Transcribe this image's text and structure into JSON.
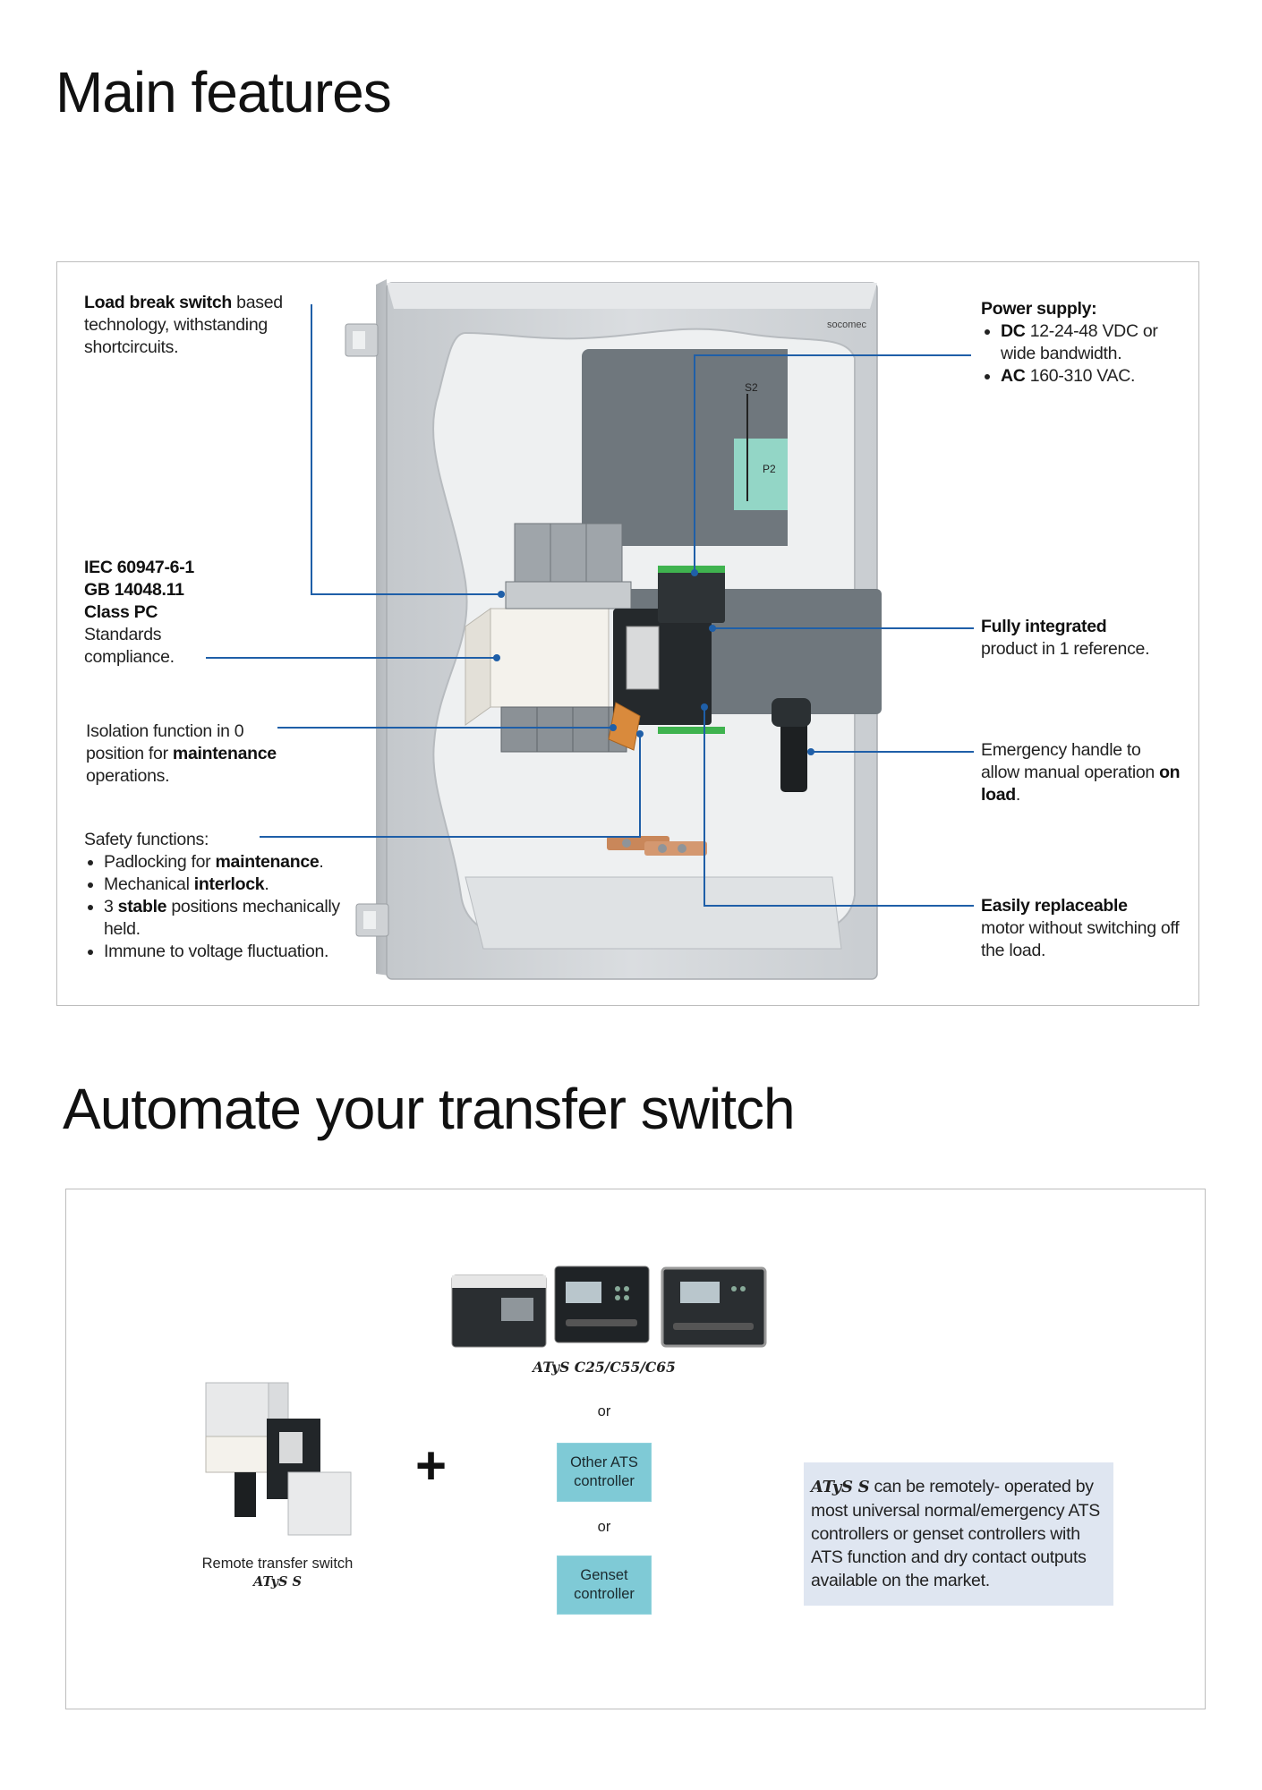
{
  "headings": {
    "main_features": "Main features",
    "automate": "Automate your transfer switch"
  },
  "callouts": {
    "load_break": {
      "bold": "Load break switch",
      "rest": " based technology, withstanding shortcircuits."
    },
    "standards": {
      "line1": "IEC 60947-6-1",
      "line2": "GB 14048.11",
      "line3": "Class PC",
      "line4": "Standards",
      "line5": "compliance."
    },
    "isolation": {
      "pre": "Isolation function in 0 position for ",
      "bold": "maintenance",
      "post": " operations."
    },
    "safety": {
      "title": "Safety functions:",
      "item1_pre": "Padlocking for ",
      "item1_bold": "maintenance",
      "item1_post": ".",
      "item2_pre": "Mechanical ",
      "item2_bold": "interlock",
      "item2_post": ".",
      "item3_pre": "3 ",
      "item3_bold": "stable",
      "item3_post": " positions mechanically held.",
      "item4": "Immune to voltage fluctuation."
    },
    "power": {
      "title": "Power supply:",
      "dc_bold": "DC",
      "dc_rest": " 12-24-48 VDC or wide bandwidth.",
      "ac_bold": "AC",
      "ac_rest": " 160-310 VAC."
    },
    "integrated": {
      "bold": "Fully integrated",
      "rest": "product in 1 reference."
    },
    "handle": {
      "pre": "Emergency handle to allow manual operation ",
      "bold": "on load",
      "post": "."
    },
    "motor": {
      "bold": "Easily replaceable",
      "rest": "motor without switching off the load."
    }
  },
  "device": {
    "brand": "socomec",
    "label_s2": "S2",
    "label_p2": "P2"
  },
  "automate": {
    "controllers_caption": "ATyS C25/C55/C65",
    "or1": "or",
    "other_ats_line1": "Other ATS",
    "other_ats_line2": "controller",
    "or2": "or",
    "genset_line1": "Genset",
    "genset_line2": "controller",
    "plus": "+",
    "remote_label": "Remote transfer switch",
    "remote_name": "ATyS S",
    "note_bold": "ATyS S",
    "note_rest": " can be remotely- operated by most universal normal/emergency ATS controllers or genset controllers with ATS function and dry contact outputs available on the market."
  },
  "colors": {
    "callout_line": "#1f5fa8",
    "cabinet": "#d9dcdf",
    "cutout": "#eceeef",
    "cyan_box": "#7fcad6",
    "note_bg": "#dfe6f1"
  }
}
